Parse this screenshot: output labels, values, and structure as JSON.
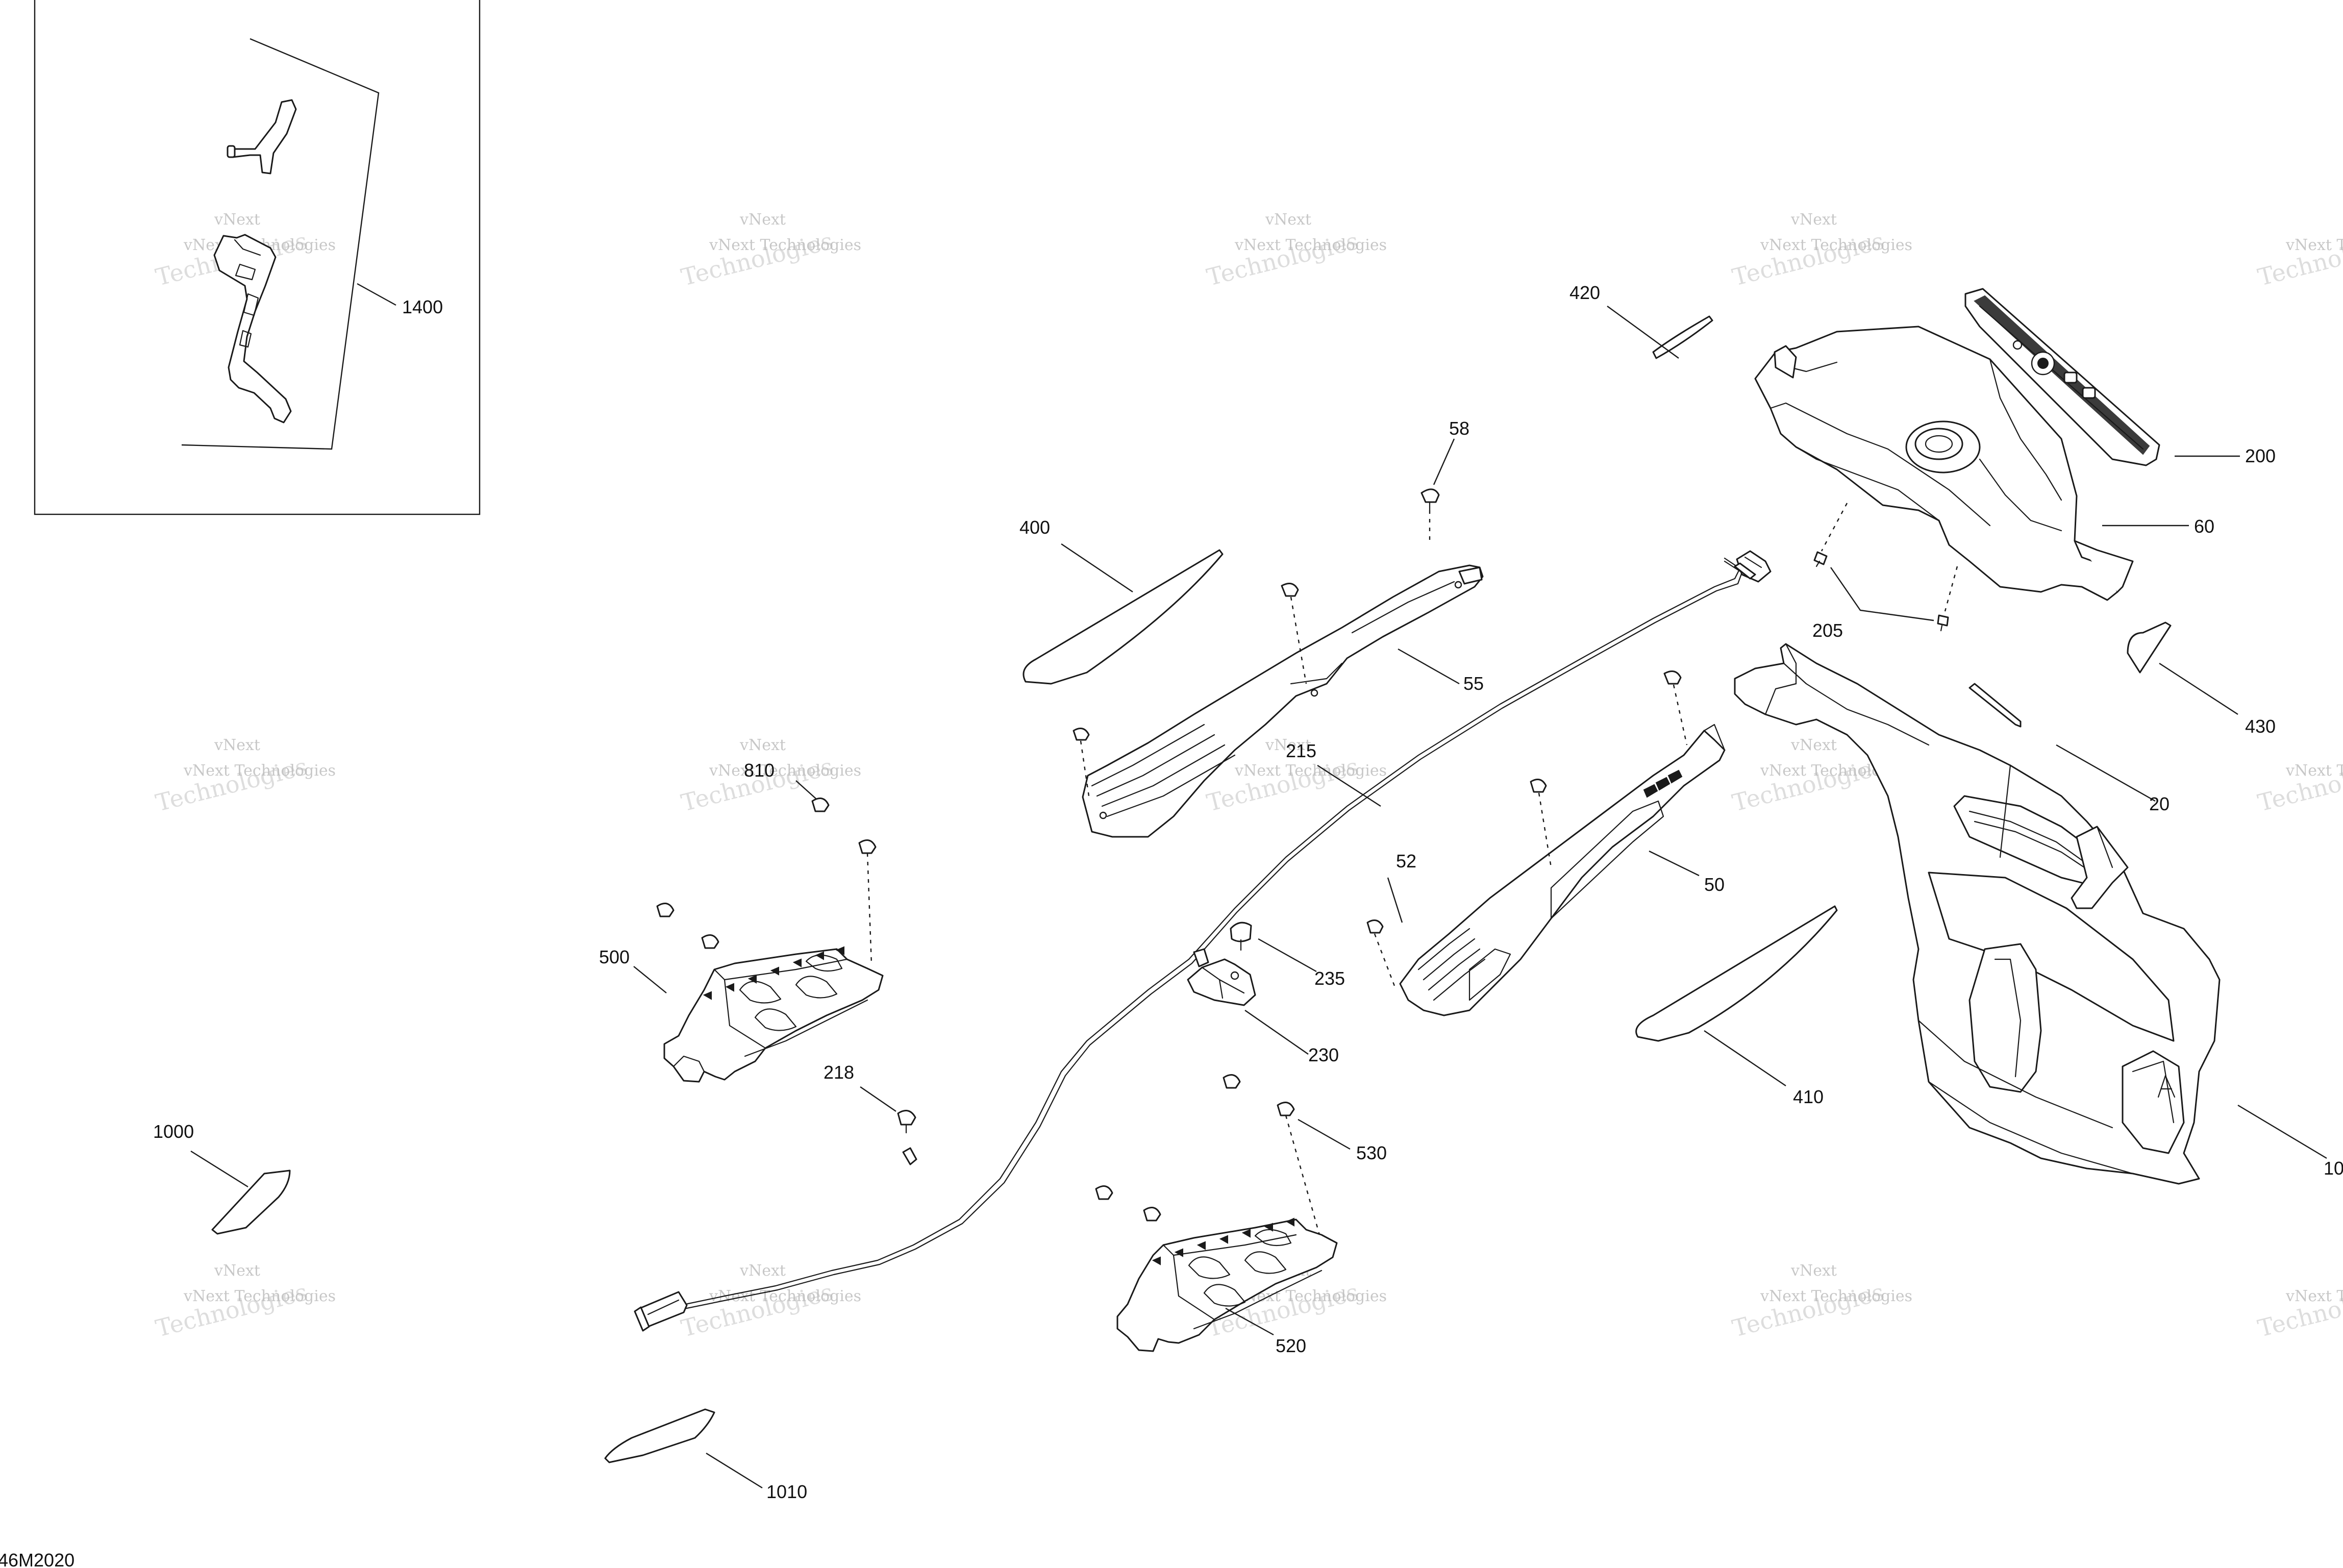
{
  "diagram": {
    "reference_code": "46M2020",
    "callouts": {
      "c1400": "1400",
      "c420": "420",
      "c200": "200",
      "c60": "60",
      "c58": "58",
      "c400": "400",
      "c55": "55",
      "c205": "205",
      "c430": "430",
      "c215": "215",
      "c20": "20",
      "c810": "810",
      "c52": "52",
      "c50": "50",
      "c500": "500",
      "c235": "235",
      "c230": "230",
      "c218": "218",
      "c410": "410",
      "c1000": "1000",
      "c530": "530",
      "c10": "10",
      "c520": "520",
      "c1010": "1010"
    },
    "watermark": {
      "line1": "vNext",
      "line2": "vNext Technologies",
      "line3": "Technologies"
    }
  }
}
